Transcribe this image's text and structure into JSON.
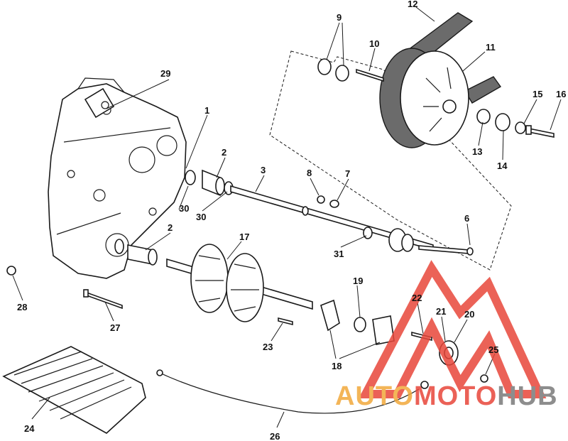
{
  "callouts": {
    "c1": "1",
    "c2a": "2",
    "c2b": "2",
    "c3": "3",
    "c6": "6",
    "c7": "7",
    "c8": "8",
    "c9": "9",
    "c10": "10",
    "c11": "11",
    "c12": "12",
    "c13": "13",
    "c14": "14",
    "c15": "15",
    "c16": "16",
    "c17": "17",
    "c18": "18",
    "c19": "19",
    "c20": "20",
    "c21": "21",
    "c22": "22",
    "c23": "23",
    "c24": "24",
    "c25": "25",
    "c26": "26",
    "c27": "27",
    "c28": "28",
    "c29": "29",
    "c30a": "30",
    "c30b": "30",
    "c31": "31"
  },
  "watermark": {
    "part1": "AUTO",
    "part2": "MOTO",
    "part3": "HUB"
  },
  "colors": {
    "watermark_red": "#e8463a",
    "watermark_orange": "#f2a93b",
    "watermark_gray": "#7a7a7a",
    "belt": "#6b6b6b"
  }
}
